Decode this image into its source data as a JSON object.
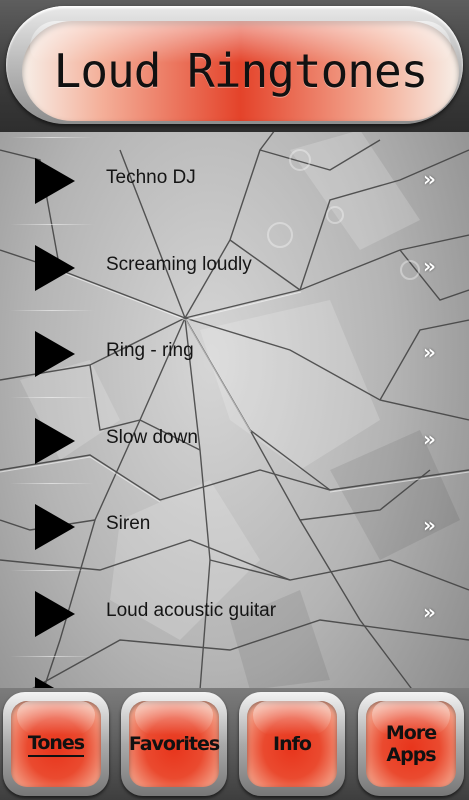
{
  "header": {
    "title": "Loud Ringtones"
  },
  "ringtones": [
    {
      "label": "Techno DJ"
    },
    {
      "label": "Screaming loudly"
    },
    {
      "label": "Ring - ring"
    },
    {
      "label": "Slow down"
    },
    {
      "label": "Siren"
    },
    {
      "label": "Loud acoustic guitar"
    }
  ],
  "tabs": [
    {
      "label": "Tones",
      "active": true
    },
    {
      "label": "Favorites"
    },
    {
      "label": "Info"
    },
    {
      "label": "More Apps"
    }
  ],
  "colors": {
    "accent": "#e4432a",
    "text": "#111111",
    "chevron": "#ffffff"
  }
}
